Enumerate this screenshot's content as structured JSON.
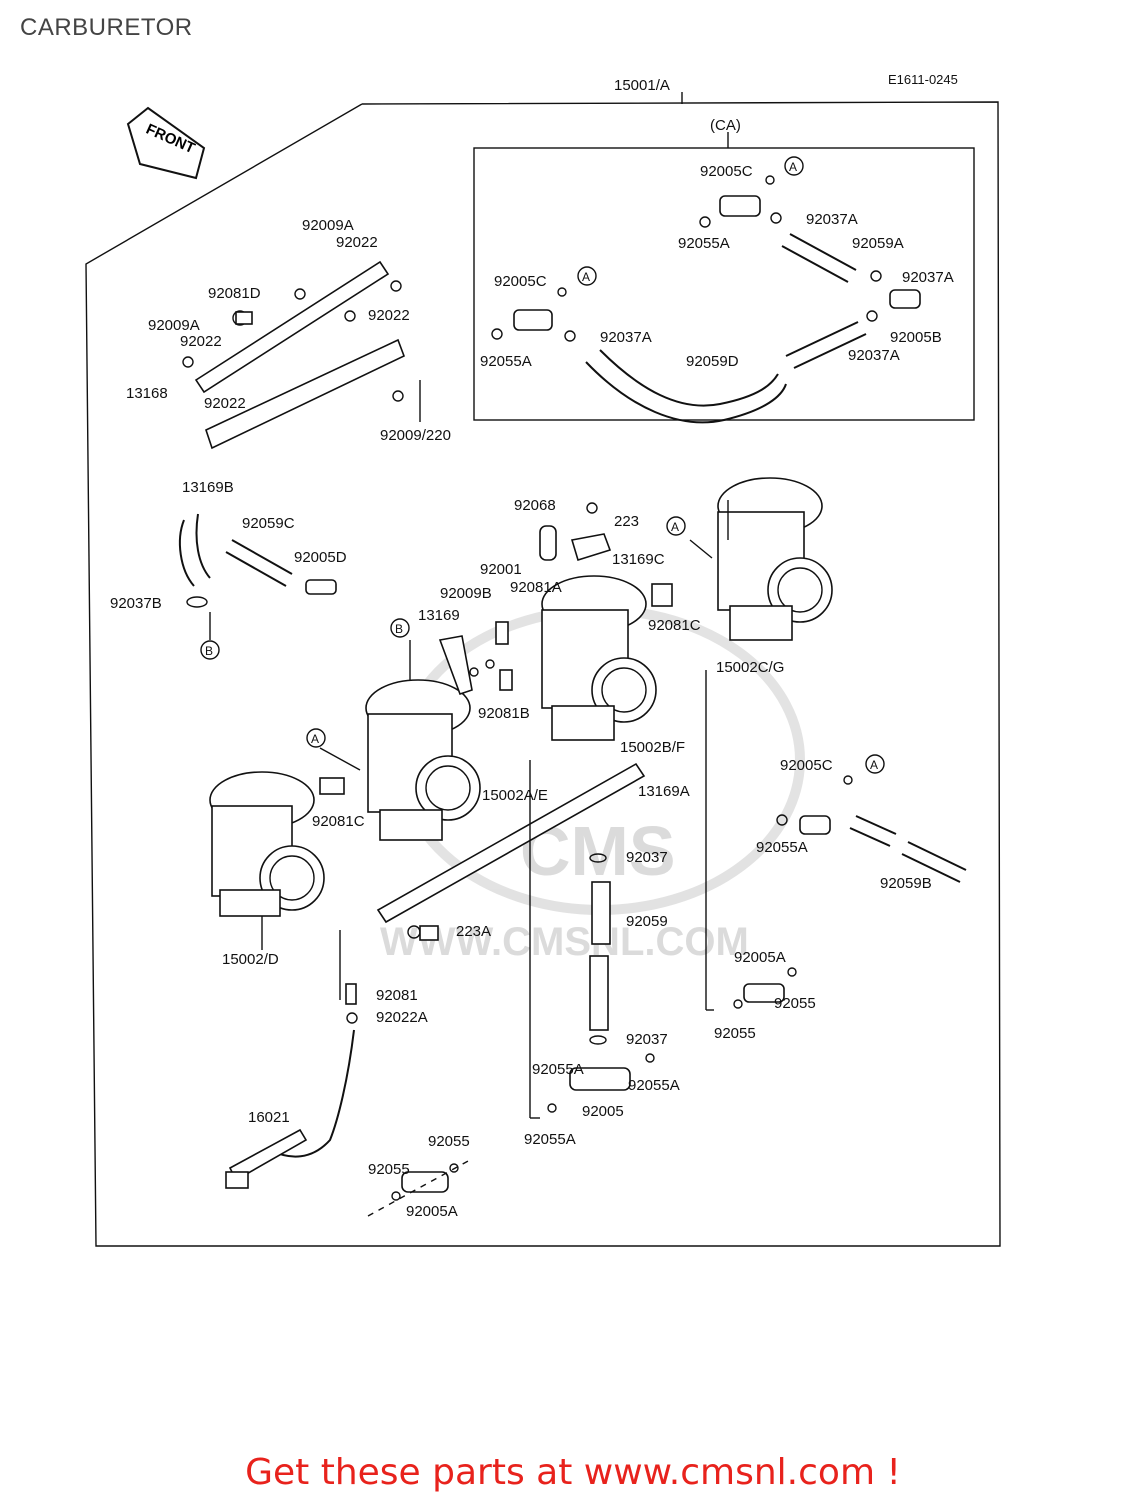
{
  "title": "CARBURETOR",
  "diagram_code": "E1611-0245",
  "front_label": "FRONT",
  "watermark": {
    "brand": "CMS",
    "url": "WWW.CMSNL.COM"
  },
  "promo_text": "Get these parts at www.cmsnl.com !",
  "colors": {
    "promo": "#e8221c",
    "ink": "#111111",
    "title": "#444444",
    "watermark": "#cfcfcf"
  },
  "labels": {
    "l15001A": "15001/A",
    "lCA": "(CA)",
    "l92005C_1": "92005C",
    "l92037A_1": "92037A",
    "l92055A_1": "92055A",
    "l92059A": "92059A",
    "l92037A_2": "92037A",
    "l92005C_2": "92005C",
    "l92005B": "92005B",
    "l92037A_3": "92037A",
    "l92037A_4": "92037A",
    "l92055A_2": "92055A",
    "l92059D": "92059D",
    "l92009A_1": "92009A",
    "l92022_1": "92022",
    "l92081D": "92081D",
    "l92022_2": "92022",
    "l92009A_2": "92009A",
    "l92022_3": "92022",
    "l13168": "13168",
    "l92022_4": "92022",
    "l92009_220": "92009/220",
    "l13169B": "13169B",
    "l92068": "92068",
    "l223": "223",
    "l13169C": "13169C",
    "l92059C": "92059C",
    "l92005D": "92005D",
    "l92001": "92001",
    "l92009B": "92009B",
    "l92081A": "92081A",
    "l92037B": "92037B",
    "l13169": "13169",
    "l92081C_1": "92081C",
    "l15002CG": "15002C/G",
    "l92081B": "92081B",
    "l15002BF": "15002B/F",
    "l92005C_3": "92005C",
    "l15002AE": "15002A/E",
    "l13169A": "13169A",
    "l92081C_2": "92081C",
    "l92055A_3": "92055A",
    "l92037_1": "92037",
    "l92059B": "92059B",
    "l92059": "92059",
    "l223A": "223A",
    "l15002D": "15002/D",
    "l92005A_1": "92005A",
    "l92055_1": "92055",
    "l92055_2": "92055",
    "l92081": "92081",
    "l92022A": "92022A",
    "l92037_2": "92037",
    "l92055A_4": "92055A",
    "l92055A_5": "92055A",
    "l92005": "92005",
    "l92055A_6": "92055A",
    "l16021": "16021",
    "l92055_3": "92055",
    "l92055_4": "92055",
    "l92005A_2": "92005A"
  },
  "callouts": {
    "A": "A",
    "B": "B"
  }
}
